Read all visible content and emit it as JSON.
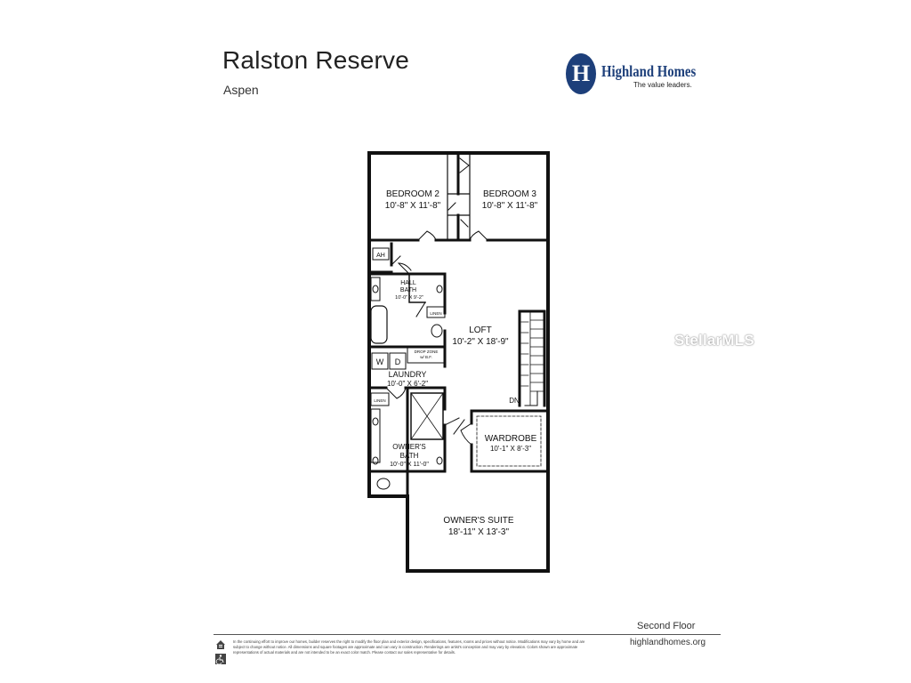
{
  "header": {
    "title": "Ralston Reserve",
    "subtitle": "Aspen"
  },
  "logo": {
    "mark": "H",
    "name": "Highland Homes",
    "tagline": "The value leaders.",
    "color": "#1d3f7a"
  },
  "rooms": {
    "bedroom2": {
      "name": "BEDROOM 2",
      "size": "10'-8\" X 11'-8\""
    },
    "bedroom3": {
      "name": "BEDROOM 3",
      "size": "10'-8\" X 11'-8\""
    },
    "hall_bath": {
      "name_line1": "HALL",
      "name_line2": "BATH",
      "size": "10'-0\" X 9'-2\""
    },
    "loft": {
      "name": "LOFT",
      "size": "10'-2\" X 18'-9\""
    },
    "laundry": {
      "name": "LAUNDRY",
      "size": "10'-0\" X 6'-2\""
    },
    "owners_bath": {
      "name_line1": "OWNER'S",
      "name_line2": "BATH",
      "size": "10'-0\" X 11'-0\""
    },
    "wardrobe": {
      "name": "WARDROBE",
      "size": "10'-1\" X 8'-3\""
    },
    "owners_suite": {
      "name": "OWNER'S SUITE",
      "size": "18'-11\" X 13'-3\""
    }
  },
  "fixtures": {
    "ah": "AH",
    "linen": "LINEN",
    "washer": "W",
    "dryer": "D",
    "drop_zone_line1": "DROP ZONE",
    "drop_zone_line2": "w/ B.F.",
    "dn": "DN"
  },
  "watermark": "StellarMLS",
  "footer": {
    "floor_label": "Second Floor",
    "website": "highlandhomes.org",
    "disclaimer": "In the continuing effort to improve our homes, builder reserves the right to modify the floor plan and exterior design, specifications, features, rooms and prices without notice. Modifications may vary by home and are subject to change without notice. All dimensions and square footages are approximate and can vary in construction. Renderings are artist's conception and may vary by elevation. Colors shown are approximate representations of actual materials and are not intended to be an exact color match. Please contact our sales representative for details."
  }
}
